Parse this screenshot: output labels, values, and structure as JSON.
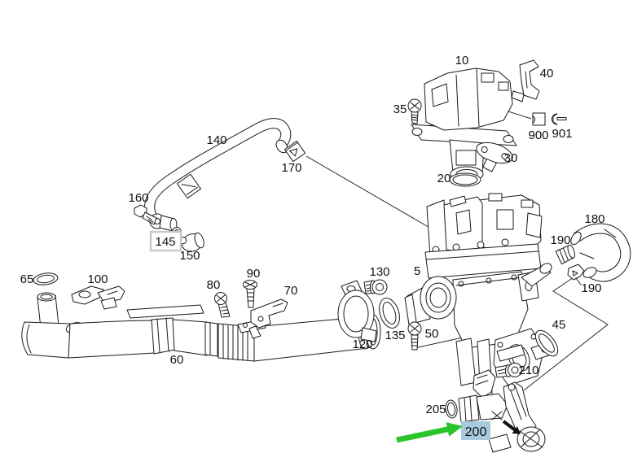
{
  "diagram": {
    "kind": "exploded-parts-diagram",
    "background_color": "#ffffff",
    "line_color": "#1a1a1a",
    "callout_box_color": "#c8c8c8"
  },
  "labels": {
    "p5": "5",
    "p10": "10",
    "p20": "20",
    "p30": "30",
    "p35": "35",
    "p40": "40",
    "p45": "45",
    "p50": "50",
    "p60": "60",
    "p65": "65",
    "p70": "70",
    "p80": "80",
    "p90": "90",
    "p100": "100",
    "p120": "120",
    "p130": "130",
    "p135": "135",
    "p140": "140",
    "p145": "145",
    "p150": "150",
    "p160": "160",
    "p170": "170",
    "p180": "180",
    "p190_upper": "190",
    "p190_lower": "190",
    "p200": "200",
    "p205": "205",
    "p210": "210",
    "p900": "900",
    "p901": "901"
  },
  "highlight": {
    "selected_part": "200",
    "box_color": "#a8cade",
    "text_color": "#1d4a78",
    "arrow_color": "#2bc42b"
  }
}
